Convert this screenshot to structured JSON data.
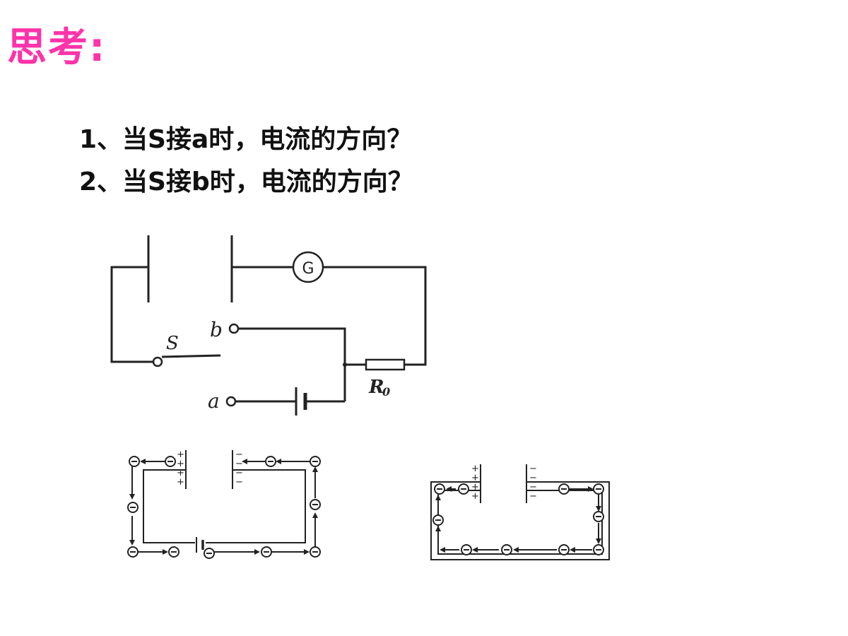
{
  "slide": {
    "title": "思考:",
    "questions": [
      "1、当S接a时，电流的方向？",
      "2、当S接b时，电流的方向？"
    ]
  },
  "circuit": {
    "switch_label": "S",
    "terminal_b": "b",
    "terminal_a": "a",
    "galvanometer_label": "G",
    "resistor_label": "R",
    "resistor_subscript": "0"
  },
  "electron_diagrams": {
    "plus_sign": "+",
    "minus_sign": "−",
    "electron_symbol": "⊖"
  },
  "colors": {
    "title": "#ff33aa",
    "text": "#111111",
    "lines": "#222222"
  }
}
